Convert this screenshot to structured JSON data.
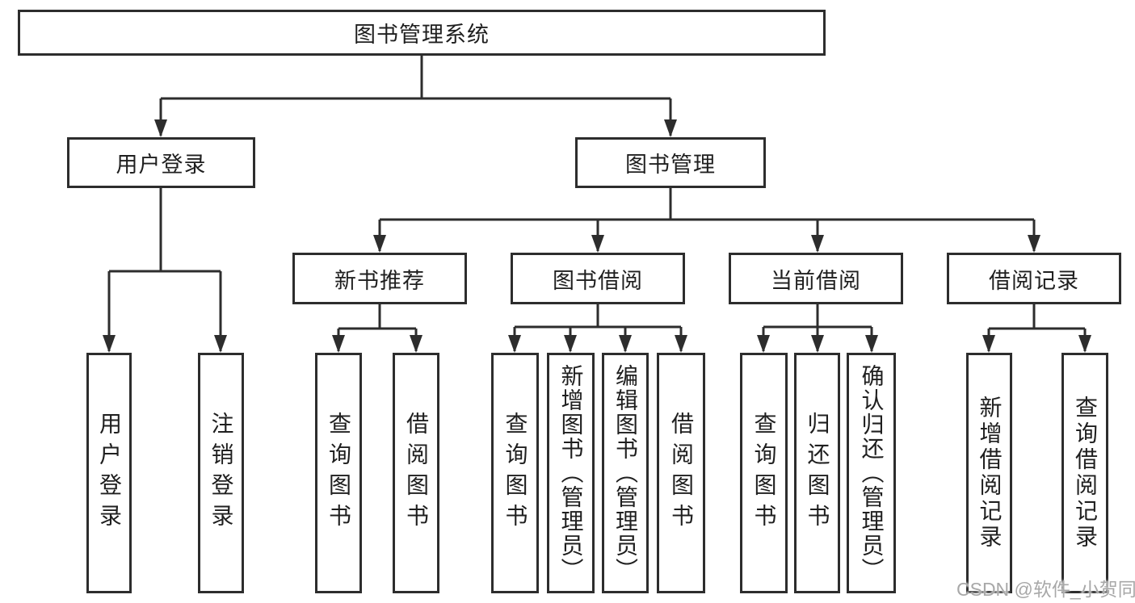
{
  "diagram": {
    "root": {
      "label": "图书管理系统"
    },
    "level2": [
      {
        "label": "用户登录"
      },
      {
        "label": "图书管理"
      }
    ],
    "level3": [
      {
        "label": "新书推荐"
      },
      {
        "label": "图书借阅"
      },
      {
        "label": "当前借阅"
      },
      {
        "label": "借阅记录"
      }
    ],
    "leaves": [
      {
        "label": "用户登录"
      },
      {
        "label": "注销登录"
      },
      {
        "label": "查询图书"
      },
      {
        "label": "借阅图书"
      },
      {
        "label": "查询图书"
      },
      {
        "label": "新增图书（管理员）"
      },
      {
        "label": "编辑图书（管理员）"
      },
      {
        "label": "借阅图书"
      },
      {
        "label": "查询图书"
      },
      {
        "label": "归还图书"
      },
      {
        "label": "确认归还（管理员）"
      },
      {
        "label": "新增借阅记录"
      },
      {
        "label": "查询借阅记录"
      }
    ]
  },
  "watermark": {
    "text": "CSDN @软件_小贺同学"
  },
  "colors": {
    "line": "#2d2d2d",
    "text": "#1f1f1f",
    "background": "#ffffff",
    "watermark": "#a8a8a8"
  }
}
